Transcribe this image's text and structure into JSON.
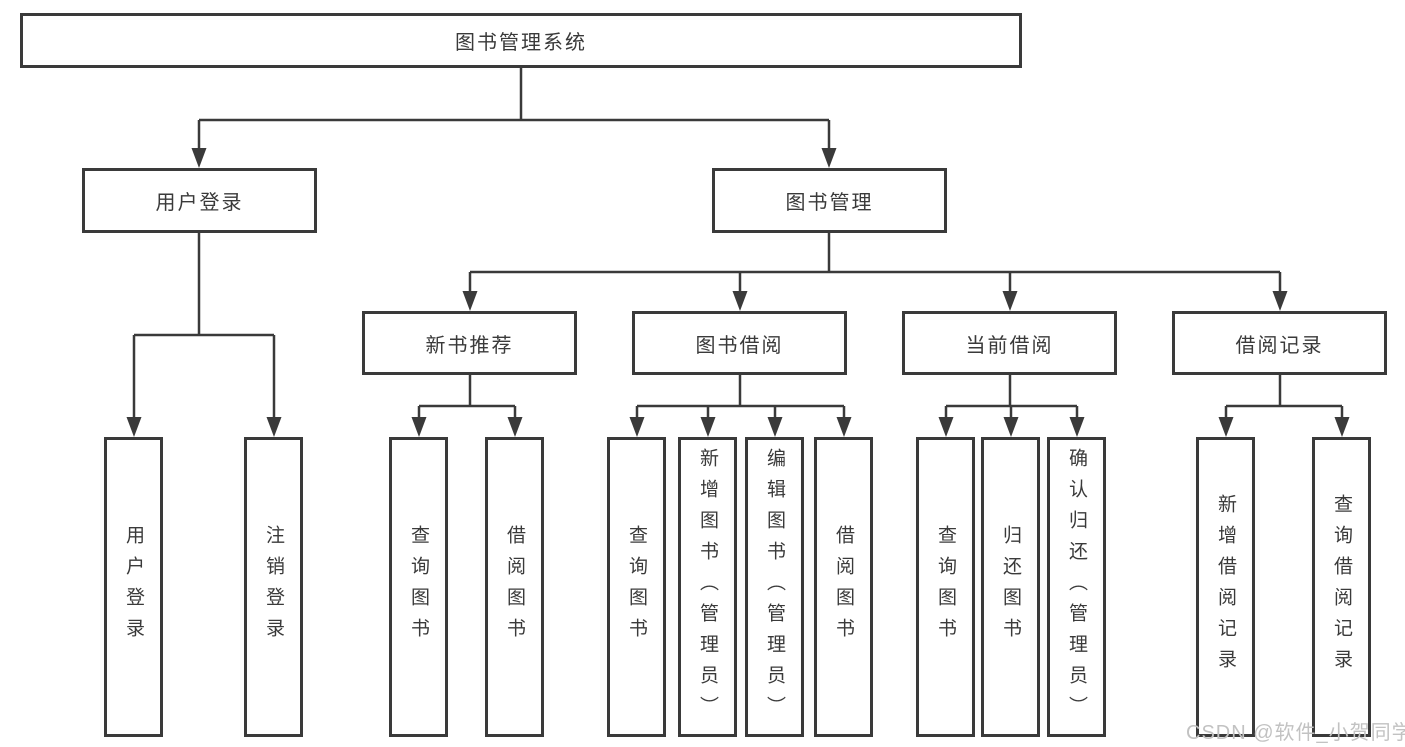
{
  "diagram": {
    "root": {
      "label": "图书管理系统"
    },
    "branches": [
      {
        "label": "用户登录",
        "children": [
          {
            "label": "用户登录"
          },
          {
            "label": "注销登录"
          }
        ]
      },
      {
        "label": "图书管理",
        "modules": [
          {
            "label": "新书推荐",
            "children": [
              {
                "label": "查询图书"
              },
              {
                "label": "借阅图书"
              }
            ]
          },
          {
            "label": "图书借阅",
            "children": [
              {
                "label": "查询图书"
              },
              {
                "label": "新增图书（管理员）"
              },
              {
                "label": "编辑图书（管理员）"
              },
              {
                "label": "借阅图书"
              }
            ]
          },
          {
            "label": "当前借阅",
            "children": [
              {
                "label": "查询图书"
              },
              {
                "label": "归还图书"
              },
              {
                "label": "确认归还（管理员）"
              }
            ]
          },
          {
            "label": "借阅记录",
            "children": [
              {
                "label": "新增借阅记录"
              },
              {
                "label": "查询借阅记录"
              }
            ]
          }
        ]
      }
    ]
  },
  "watermark": {
    "text": "CSDN @软件_小贺同学"
  },
  "colors": {
    "line": "#3a3a3a",
    "border": "#3a3a3a",
    "text": "#3a3a3a",
    "watermark": "#c2c2c2",
    "background": "#ffffff"
  }
}
